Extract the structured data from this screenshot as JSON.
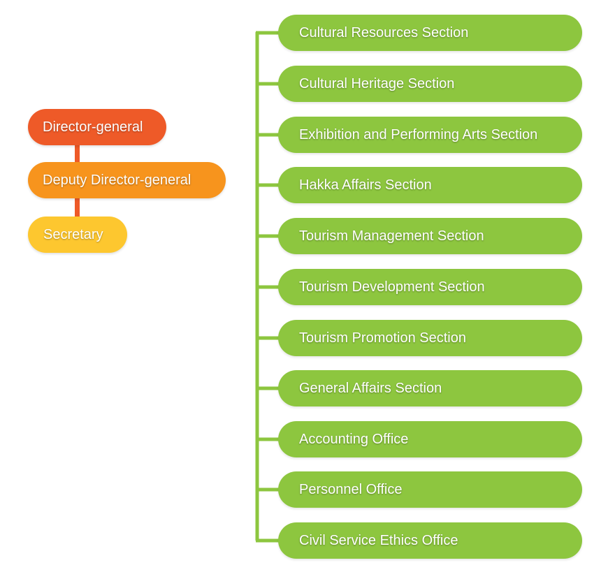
{
  "leadership": {
    "director": "Director-general",
    "deputy": "Deputy Director-general",
    "secretary": "Secretary"
  },
  "units": [
    "Cultural Resources Section",
    "Cultural Heritage Section",
    "Exhibition and Performing Arts Section",
    "Hakka Affairs Section",
    "Tourism Management Section",
    "Tourism Development Section",
    "Tourism Promotion Section",
    "General Affairs Section",
    "Accounting Office",
    "Personnel Office",
    "Civil Service Ethics Office"
  ],
  "colors": {
    "director": "#ee5a28",
    "deputy": "#f7941d",
    "secretary": "#fdc72f",
    "section": "#8dc63f",
    "connector_green": "#8dc63f"
  }
}
